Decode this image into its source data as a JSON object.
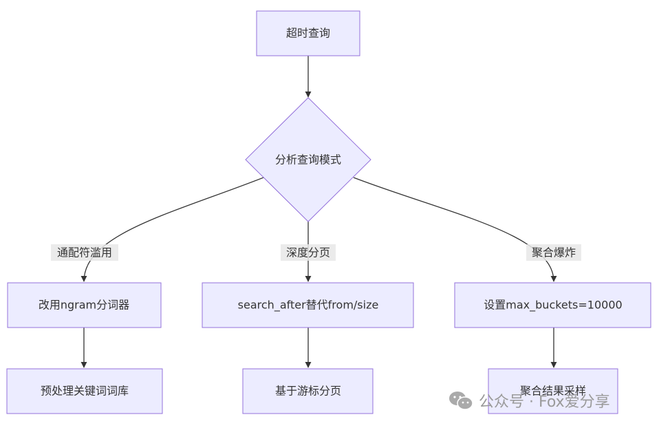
{
  "diagram": {
    "nodes": {
      "start": "超时查询",
      "decision": "分析查询模式",
      "fix_wildcard": "改用ngram分词器",
      "fix_paging": "search_after替代from/size",
      "fix_agg": "设置max_buckets=10000",
      "step_wildcard": "预处理关键词词库",
      "step_paging": "基于游标分页",
      "step_agg": "聚合结果采样"
    },
    "edge_labels": {
      "wildcard": "通配符滥用",
      "paging": "深度分页",
      "agg": "聚合爆炸"
    },
    "colors": {
      "node_fill": "#ECECFF",
      "node_stroke": "#9370DB",
      "edge": "#333333",
      "label_bg": "#e8e8e8"
    }
  },
  "watermark": {
    "text": "公众号 · Fox爱分享",
    "icon": "wechat-icon"
  }
}
